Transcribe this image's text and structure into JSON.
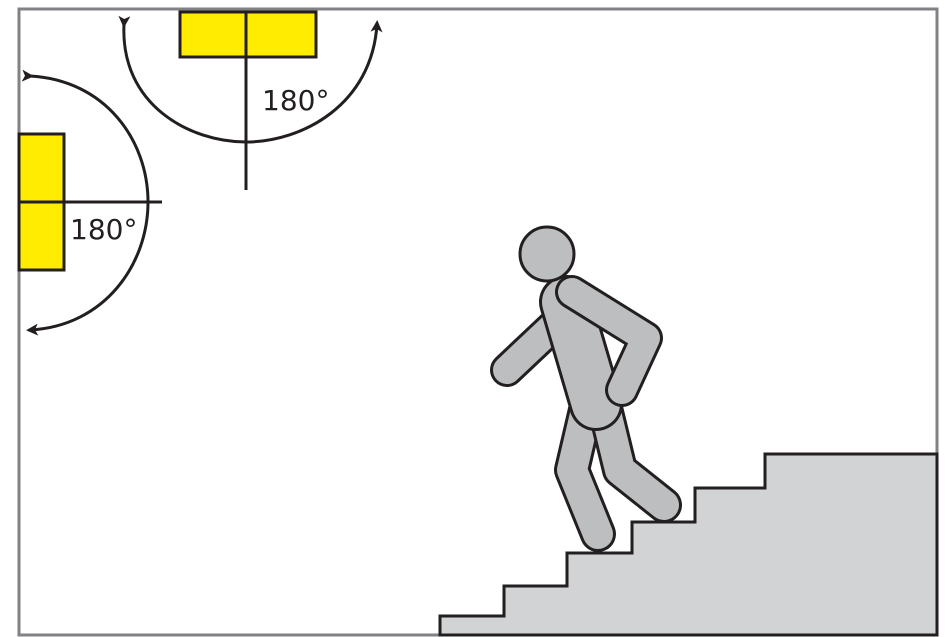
{
  "labels": {
    "ceiling_angle": "180°",
    "wall_angle": "180°"
  },
  "icons": {
    "ceiling_sensor": "motion-sensor-icon",
    "wall_sensor": "motion-sensor-icon",
    "person": "walking-person-icon",
    "stairs": "staircase"
  },
  "colors": {
    "sensor": "#ffec00",
    "person": "#bcbec0",
    "stairs": "#d1d3d4",
    "frame": "#808285",
    "line": "#231f20"
  }
}
